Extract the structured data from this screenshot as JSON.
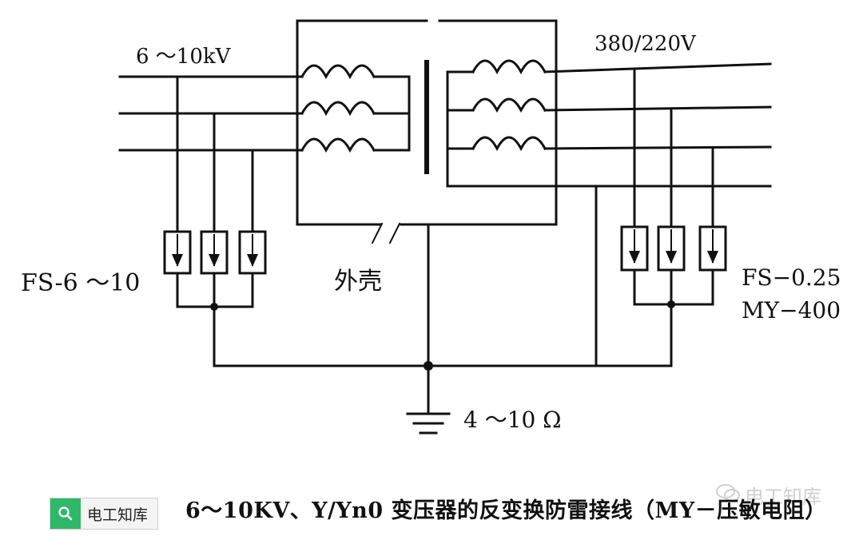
{
  "labels": {
    "hv_voltage": "6 ～10kV",
    "lv_voltage": "380/220V",
    "hv_arrester": "FS-6 ～10",
    "lv_arrester_1": "FS−0.25",
    "lv_arrester_2": "MY−400",
    "shell": "外壳",
    "ground_resistance": "4 ～10 Ω"
  },
  "caption": "6～10KV、Y/Yn0 变压器的反变换防雷接线（MY－压敏电阻）",
  "badge": {
    "text": "电工知库",
    "icon": "search-icon",
    "color": "#2eb86a"
  },
  "watermark": {
    "text": "电工知库",
    "icon": "wechat-icon"
  }
}
